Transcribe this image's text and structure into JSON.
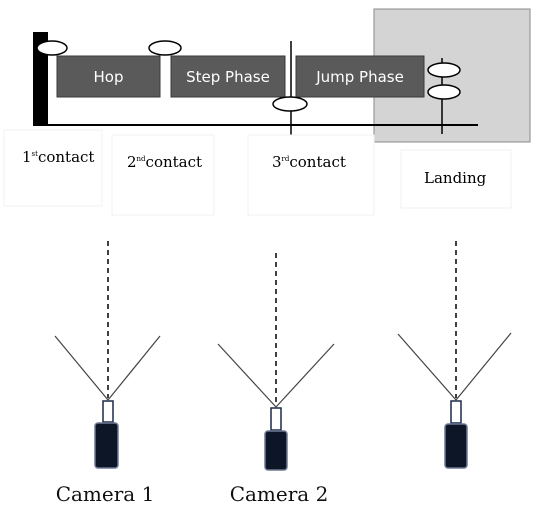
{
  "phases": [
    {
      "id": "hop",
      "label": "Hop"
    },
    {
      "id": "step",
      "label": "Step Phase"
    },
    {
      "id": "jump",
      "label": "Jump Phase"
    }
  ],
  "contacts": [
    {
      "id": "c1",
      "number": "1",
      "ordinal": "st",
      "word": "contact"
    },
    {
      "id": "c2",
      "number": "2",
      "ordinal": "nd",
      "word": "contact"
    },
    {
      "id": "c3",
      "number": "3",
      "ordinal": "rd",
      "word": "contact"
    },
    {
      "id": "landing",
      "label": "Landing"
    }
  ],
  "cameras": [
    {
      "id": "camera-1",
      "label": "Camera 1"
    },
    {
      "id": "camera-2",
      "label": "Camera 2"
    },
    {
      "id": "camera-3",
      "label": ""
    }
  ],
  "colors": {
    "phase_box": "#5a5a5a",
    "landing_area": "#d4d4d4",
    "camera_body": "#0d1626",
    "ink": "#000000"
  }
}
